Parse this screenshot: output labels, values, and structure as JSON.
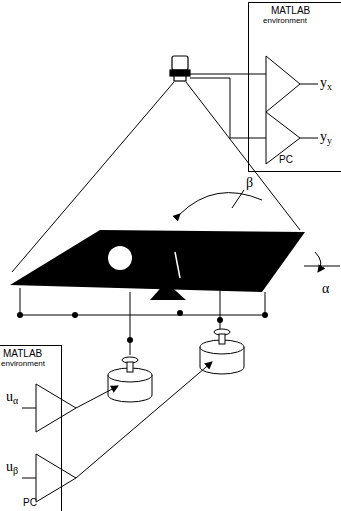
{
  "diagram": {
    "nodes": [
      {
        "text": [
          "MATLAB",
          "environment",
          "PC"
        ]
      },
      {
        "text": [
          "MATLAB",
          "environment",
          "PC"
        ]
      }
    ],
    "labels": [
      "yx",
      "yy",
      "β",
      "α",
      "uα",
      "uβ"
    ]
  }
}
